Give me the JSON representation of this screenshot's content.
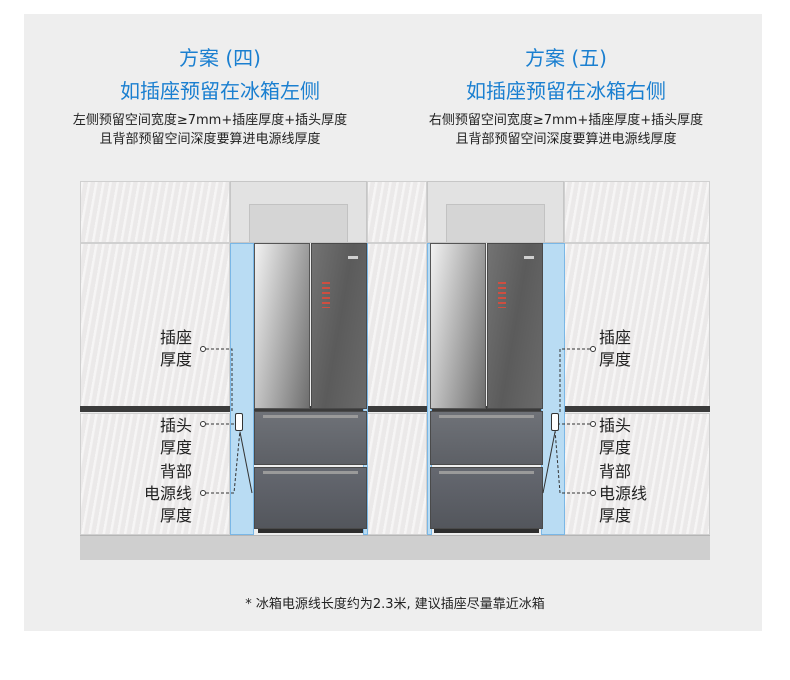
{
  "left": {
    "title1": "方案 (四)",
    "title2": "如插座预留在冰箱左侧",
    "sub1": "左侧预留空间宽度≥7mm+插座厚度+插头厚度",
    "sub2": "且背部预留空间深度要算进电源线厚度",
    "labels": {
      "socket1": "插座",
      "socket2": "厚度",
      "plug1": "插头",
      "plug2": "厚度",
      "cable1": "背部",
      "cable2": "电源线",
      "cable3": "厚度"
    }
  },
  "right": {
    "title1": "方案 (五)",
    "title2": "如插座预留在冰箱右侧",
    "sub1": "右侧预留空间宽度≥7mm+插座厚度+插头厚度",
    "sub2": "且背部预留空间深度要算进电源线厚度",
    "labels": {
      "socket1": "插座",
      "socket2": "厚度",
      "plug1": "插头",
      "plug2": "厚度",
      "cable1": "背部",
      "cable2": "电源线",
      "cable3": "厚度"
    }
  },
  "footnote": "* 冰箱电源线长度约为2.3米, 建议插座尽量靠近冰箱",
  "colors": {
    "title": "#1a7fd0",
    "gap_fill": "#b9dcf3",
    "gap_border": "#7ab7e6",
    "panel": "#eeeeee"
  }
}
